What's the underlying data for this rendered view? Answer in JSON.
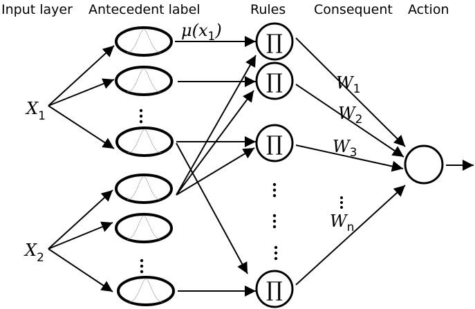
{
  "headers": {
    "input_layer": "Input layer",
    "antecedent_label": "Antecedent label",
    "rules": "Rules",
    "consequent": "Consequent",
    "action": "Action"
  },
  "inputs": [
    {
      "symbol": "X",
      "subscript": "1"
    },
    {
      "symbol": "X",
      "subscript": "2"
    }
  ],
  "membership_label": {
    "prefix": "μ(x",
    "subscript": "1",
    "suffix": ")"
  },
  "rule_symbol": "∏",
  "weights": [
    {
      "symbol": "W",
      "subscript": "1"
    },
    {
      "symbol": "W",
      "subscript": "2"
    },
    {
      "symbol": "W",
      "subscript": "3"
    },
    {
      "symbol": "W",
      "subscript": "n"
    }
  ],
  "ellipsis": "⋮"
}
